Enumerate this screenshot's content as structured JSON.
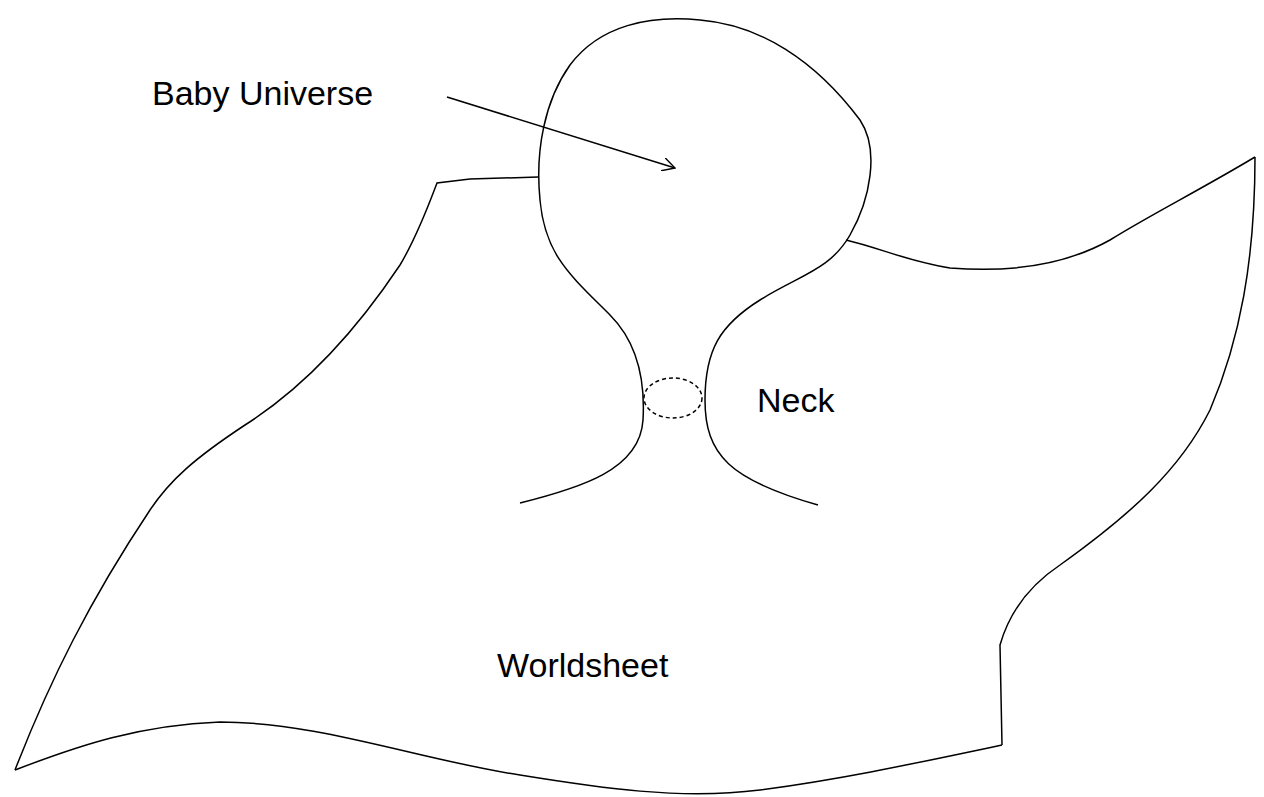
{
  "diagram": {
    "labels": [
      "Baby Universe",
      "Neck",
      "Worldsheet"
    ]
  }
}
